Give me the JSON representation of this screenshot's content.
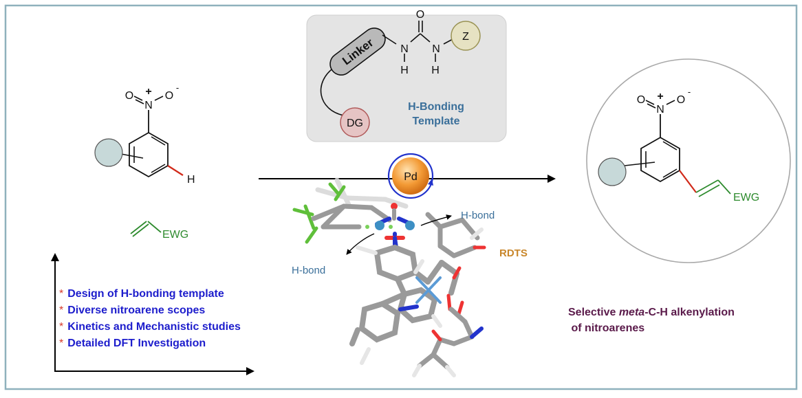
{
  "template": {
    "linker_label": "Linker",
    "dg_label": "DG",
    "z_label": "Z",
    "urea_o": "O",
    "urea_n1": "N",
    "urea_n2": "N",
    "urea_h1": "H",
    "urea_h2": "H",
    "title_line1": "H-Bonding",
    "title_line2": "Template"
  },
  "reactant": {
    "n_label": "N",
    "plus": "+",
    "o1_label": "O",
    "o2_label": "O",
    "minus": "-",
    "h_label": "H",
    "alkene_label": "EWG"
  },
  "catalyst": {
    "label": "Pd"
  },
  "product": {
    "n_label": "N",
    "plus": "+",
    "o1_label": "O",
    "o2_label": "O",
    "minus": "-",
    "ewg_label": "EWG"
  },
  "ts_labels": {
    "hbond_right": "H-bond",
    "hbond_left": "H-bond",
    "rdts": "RDTS"
  },
  "highlights": [
    "Design of H-bonding template",
    "Diverse nitroarene scopes",
    "Kinetics and Mechanistic studies",
    "Detailed DFT Investigation"
  ],
  "bullet_marker": "*",
  "caption": {
    "part1": "Selective ",
    "italic": "meta",
    "part2": "-C-H alkenylation",
    "line2": "of nitroarenes"
  },
  "colors": {
    "border": "#8fb1bd",
    "template_bg": "#e4e4e4",
    "blue_text": "#1d1dcc",
    "red_star": "#d63a2a",
    "green": "#2e8b2e",
    "red_bond": "#d12a1a",
    "steel_blue": "#3a6f9a",
    "rdts": "#c8862a",
    "caption": "#5a1a4a",
    "pd": "#f39a35"
  }
}
